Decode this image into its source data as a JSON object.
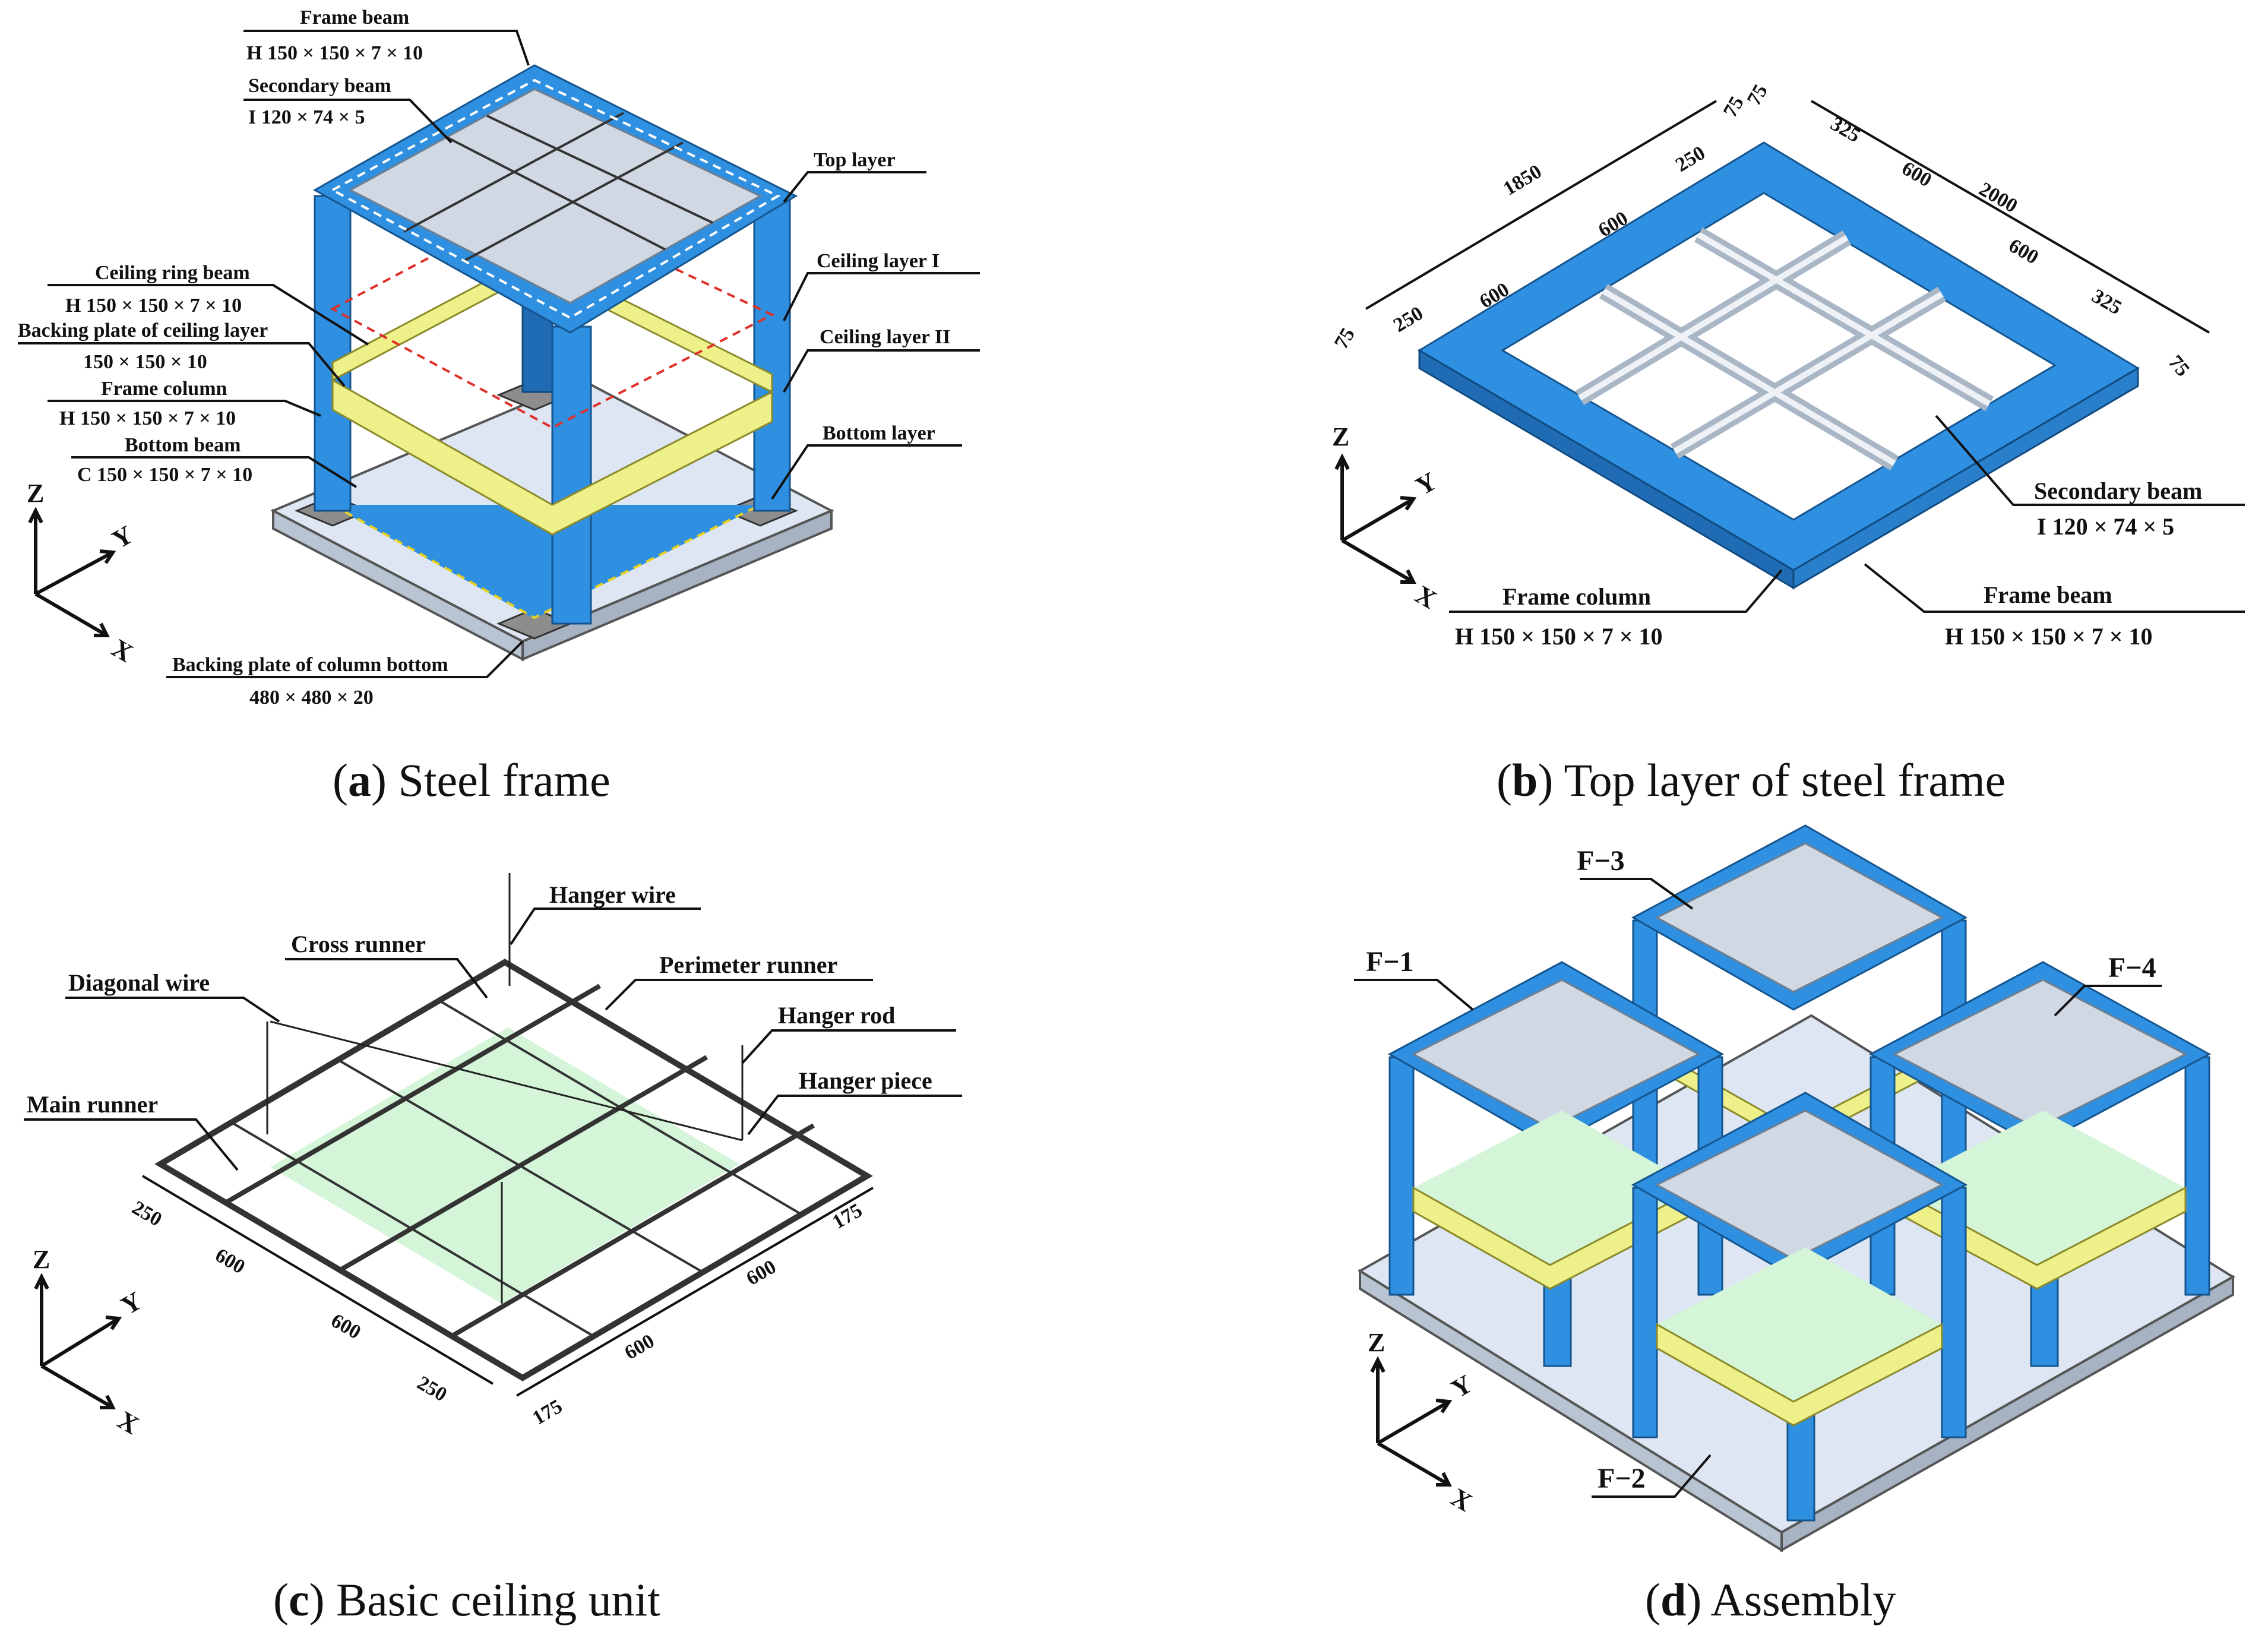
{
  "panels": {
    "a": {
      "caption_letter": "a",
      "caption_text": " Steel frame",
      "labels": {
        "frame_beam": "Frame beam",
        "frame_beam_spec": "H 150 × 150 × 7 × 10",
        "secondary_beam": "Secondary beam",
        "secondary_beam_spec": "I 120 × 74 × 5",
        "top_layer": "Top layer",
        "ceiling_layer_1": "Ceiling layer I",
        "ceiling_ring_beam": "Ceiling ring beam",
        "ceiling_ring_beam_spec": "H 150 × 150 × 7 × 10",
        "backing_plate_ceiling": "Backing plate of ceiling layer",
        "backing_plate_ceiling_spec": "150 × 150 × 10",
        "ceiling_layer_2": "Ceiling layer II",
        "frame_column": "Frame column",
        "frame_column_spec": "H 150 × 150 × 7 × 10",
        "bottom_beam": "Bottom beam",
        "bottom_beam_spec": "C 150 × 150 × 7 × 10",
        "bottom_layer": "Bottom layer",
        "backing_plate_column": "Backing plate of column bottom",
        "backing_plate_column_spec": "480 × 480 × 20"
      },
      "axes": {
        "z": "Z",
        "y": "Y",
        "x": "X"
      }
    },
    "b": {
      "caption_letter": "b",
      "caption_text": " Top layer of steel frame",
      "dimensions": {
        "d1850": "1850",
        "d600a": "600",
        "d600b": "600",
        "d250a": "250",
        "d250b": "250",
        "d75a": "75",
        "d75b": "75",
        "d75c": "75",
        "d75d": "75",
        "d325a": "325",
        "d325b": "325",
        "d600c": "600",
        "d600d": "600",
        "d2000": "2000"
      },
      "labels": {
        "secondary_beam": "Secondary beam",
        "secondary_beam_spec": "I 120 × 74 × 5",
        "frame_column": "Frame column",
        "frame_column_spec": "H 150 × 150 × 7 × 10",
        "frame_beam": "Frame beam",
        "frame_beam_spec": "H 150 × 150 × 7 × 10"
      },
      "axes": {
        "z": "Z",
        "y": "Y",
        "x": "X"
      }
    },
    "c": {
      "caption_letter": "c",
      "caption_text": " Basic ceiling unit",
      "labels": {
        "hanger_wire": "Hanger wire",
        "cross_runner": "Cross runner",
        "perimeter_runner": "Perimeter runner",
        "diagonal_wire": "Diagonal wire",
        "hanger_rod": "Hanger rod",
        "hanger_piece": "Hanger piece",
        "main_runner": "Main runner"
      },
      "dimensions": {
        "d250a": "250",
        "d600a": "600",
        "d600b": "600",
        "d250b": "250",
        "d175a": "175",
        "d600c": "600",
        "d600d": "600",
        "d175b": "175"
      },
      "axes": {
        "z": "Z",
        "y": "Y",
        "x": "X"
      }
    },
    "d": {
      "caption_letter": "d",
      "caption_text": " Assembly",
      "labels": {
        "f1": "F−1",
        "f2": "F−2",
        "f3": "F−3",
        "f4": "F−4"
      },
      "axes": {
        "z": "Z",
        "y": "Y",
        "x": "X"
      }
    }
  }
}
